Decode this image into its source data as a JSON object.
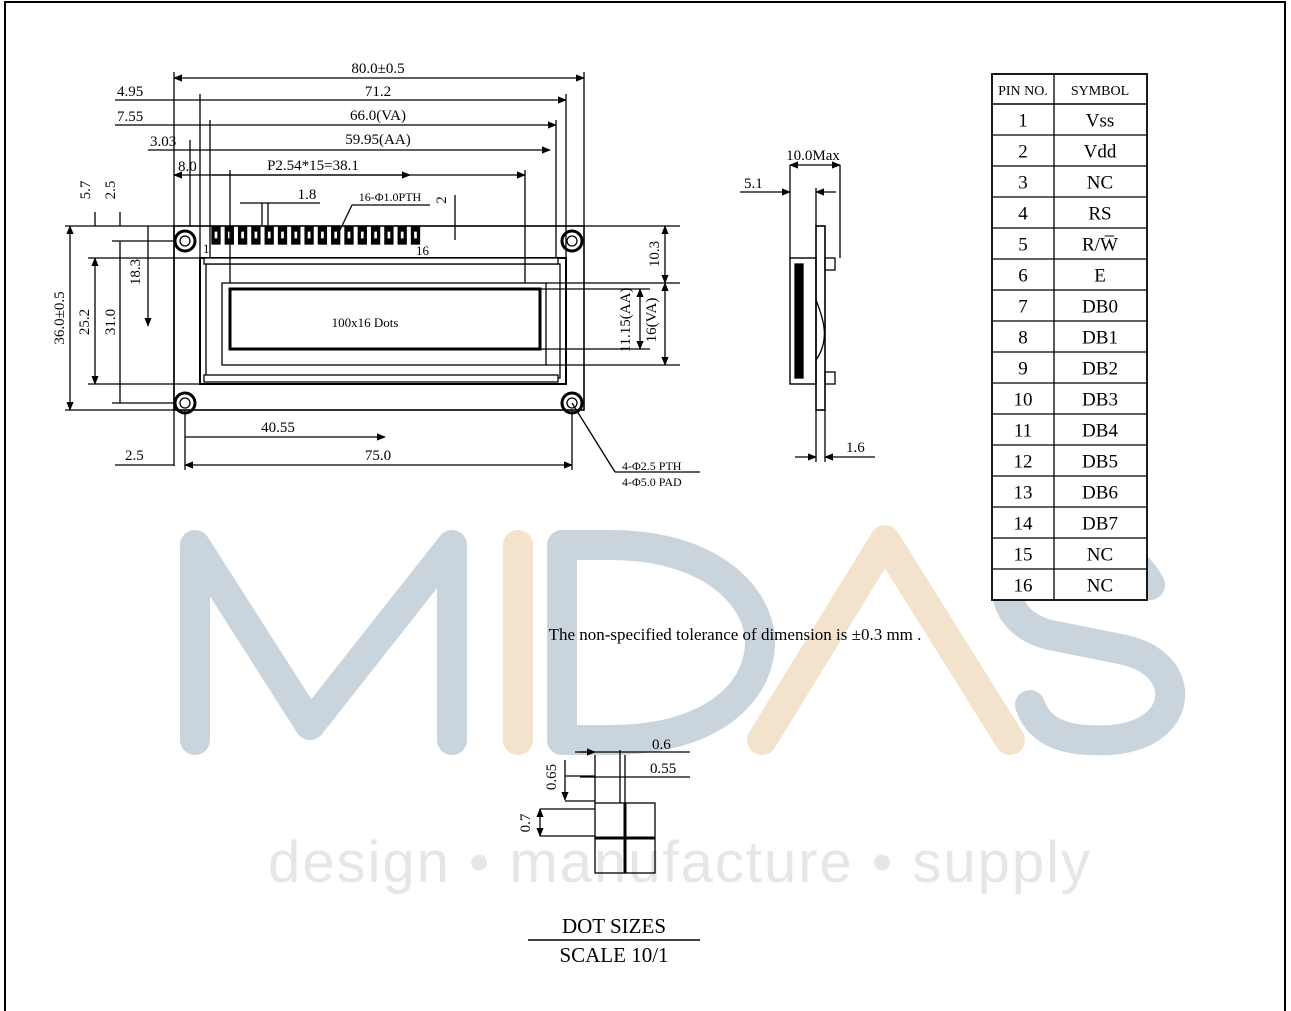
{
  "watermark": {
    "brand_letters": [
      "M",
      "I",
      "D",
      "A",
      "S"
    ],
    "tagline": "design • manufacture • supply",
    "colors": {
      "blue_gray": "#c9d4dd",
      "beige": "#f3e3cc",
      "tagline": "#e6e6e6"
    }
  },
  "front_view": {
    "dims": {
      "overall_width": "80.0±0.5",
      "pcb_hole_span": "71.2",
      "va_width": "66.0(VA)",
      "aa_width": "59.95(AA)",
      "pin_pitch": "P2.54*15=38.1",
      "pin_width": "1.8",
      "pin_holes": "16-Φ1.0PTH",
      "pin_offset": "2",
      "left_4_95": "4.95",
      "left_7_55": "7.55",
      "left_3_03": "3.03",
      "left_8_0": "8.0",
      "h_5_7": "5.7",
      "h_2_5": "2.5",
      "h_18_3": "18.3",
      "h_36": "36.0±0.5",
      "h_25_2": "25.2",
      "h_31_0": "31.0",
      "h_10_3": "10.3",
      "aa_height": "11.15(AA)",
      "va_height": "16(VA)",
      "mount_half": "40.55",
      "mount_span": "75.0",
      "bottom_2_5": "2.5",
      "mount_pth": "4-Φ2.5 PTH",
      "mount_pad": "4-Φ5.0 PAD",
      "pin1": "1",
      "pin16": "16"
    },
    "screen_text": "100x16  Dots"
  },
  "side_view": {
    "max_thickness": "10.0Max",
    "offset": "5.1",
    "pcb_thickness": "1.6"
  },
  "pin_table": {
    "headers": [
      "PIN NO.",
      "SYMBOL"
    ],
    "rows": [
      {
        "no": "1",
        "sym": "Vss"
      },
      {
        "no": "2",
        "sym": "Vdd"
      },
      {
        "no": "3",
        "sym": "NC"
      },
      {
        "no": "4",
        "sym": "RS"
      },
      {
        "no": "5",
        "sym": "R/W̅"
      },
      {
        "no": "6",
        "sym": "E"
      },
      {
        "no": "7",
        "sym": "DB0"
      },
      {
        "no": "8",
        "sym": "DB1"
      },
      {
        "no": "9",
        "sym": "DB2"
      },
      {
        "no": "10",
        "sym": "DB3"
      },
      {
        "no": "11",
        "sym": "DB4"
      },
      {
        "no": "12",
        "sym": "DB5"
      },
      {
        "no": "13",
        "sym": "DB6"
      },
      {
        "no": "14",
        "sym": "DB7"
      },
      {
        "no": "15",
        "sym": "NC"
      },
      {
        "no": "16",
        "sym": "NC"
      }
    ]
  },
  "tolerance_note": "The non-specified tolerance of dimension is ±0.3 mm .",
  "dot_sizes": {
    "d_0_6": "0.6",
    "d_0_55": "0.55",
    "d_0_65": "0.65",
    "d_0_7": "0.7",
    "title": "DOT SIZES",
    "scale": "SCALE 10/1"
  }
}
